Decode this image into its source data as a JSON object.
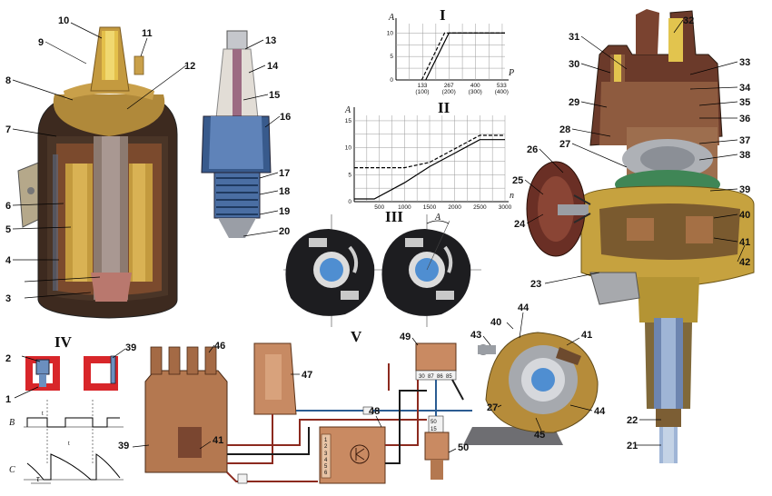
{
  "figure": {
    "sections": {
      "graph_1": "I",
      "graph_2": "II",
      "diagram_3": "III",
      "diagram_4": "IV",
      "diagram_5": "V"
    },
    "part_numbers": [
      "1",
      "2",
      "3",
      "4",
      "5",
      "6",
      "7",
      "8",
      "9",
      "10",
      "11",
      "12",
      "13",
      "14",
      "15",
      "16",
      "17",
      "18",
      "19",
      "20",
      "21",
      "22",
      "23",
      "24",
      "25",
      "26",
      "27",
      "28",
      "29",
      "30",
      "31",
      "32",
      "33",
      "34",
      "35",
      "36",
      "37",
      "38",
      "39",
      "40",
      "41",
      "42",
      "43",
      "44",
      "45",
      "46",
      "47",
      "48",
      "49",
      "50"
    ],
    "waveform_labels": {
      "b": "B",
      "c": "C",
      "tmin": "t",
      "tau": "τ"
    },
    "module_pins": [
      "30",
      "87",
      "86",
      "85"
    ],
    "switch_pins": [
      "50",
      "15"
    ],
    "block_pins": [
      "1",
      "2",
      "3",
      "4",
      "5",
      "6"
    ],
    "angle_label": "A"
  },
  "chart_data": [
    {
      "type": "line",
      "title": "I",
      "xlabel": "P",
      "ylabel": "A",
      "x_ticks": [
        "133\n(100)",
        "267\n(200)",
        "400\n(300)",
        "533\n(400)"
      ],
      "x_tick_values": [
        133,
        267,
        400,
        533
      ],
      "y_ticks": [
        0,
        5,
        10
      ],
      "xlim": [
        0,
        550
      ],
      "ylim": [
        0,
        12
      ],
      "grid": true,
      "series": [
        {
          "style": "solid",
          "x": [
            150,
            267,
            550
          ],
          "y": [
            0,
            10,
            10
          ]
        },
        {
          "style": "dashed",
          "x": [
            130,
            245,
            550
          ],
          "y": [
            0,
            10,
            10
          ]
        }
      ]
    },
    {
      "type": "line",
      "title": "II",
      "xlabel": "n",
      "ylabel": "A",
      "x_ticks": [
        500,
        1000,
        1500,
        2000,
        2500,
        3000
      ],
      "y_ticks": [
        0,
        5,
        10,
        15
      ],
      "xlim": [
        0,
        3000
      ],
      "ylim": [
        0,
        16
      ],
      "grid": true,
      "series": [
        {
          "style": "solid",
          "x": [
            0,
            400,
            1000,
            1500,
            2000,
            2500,
            2700,
            3000
          ],
          "y": [
            0.5,
            0.5,
            3.5,
            6.5,
            9,
            11.5,
            11.5,
            11.5
          ]
        },
        {
          "style": "dashed",
          "x": [
            0,
            400,
            1000,
            1500,
            2000,
            2500,
            2700,
            3000
          ],
          "y": [
            6.3,
            6.3,
            6.3,
            7.3,
            9.8,
            12.3,
            12.3,
            12.3
          ]
        }
      ]
    }
  ]
}
